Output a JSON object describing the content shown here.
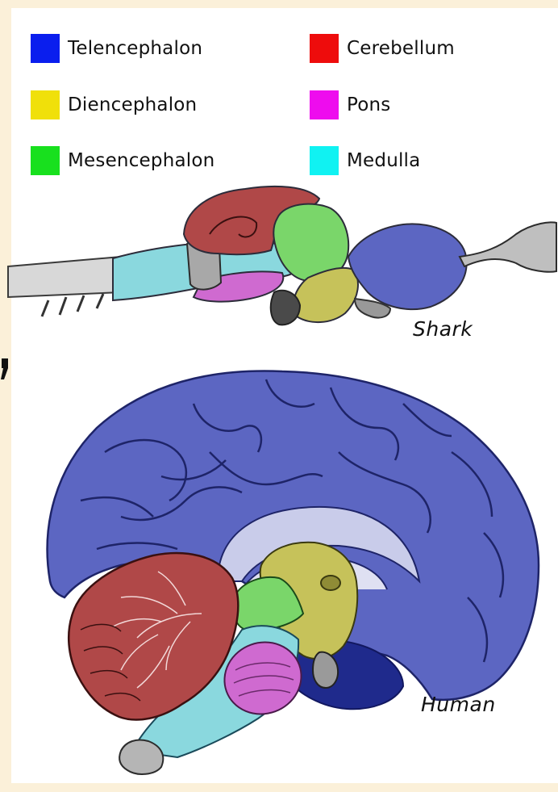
{
  "legend": [
    {
      "label": "Telencephalon",
      "color": "#0a1eee"
    },
    {
      "label": "Cerebellum",
      "color": "#ee0c0c"
    },
    {
      "label": "Diencephalon",
      "color": "#f0e00a"
    },
    {
      "label": "Pons",
      "color": "#ee0cee"
    },
    {
      "label": "Mesencephalon",
      "color": "#18e01e"
    },
    {
      "label": "Medulla",
      "color": "#10f2f2"
    }
  ],
  "labels": {
    "shark": "Shark",
    "human": "Human"
  },
  "region_colors": {
    "telencephalon": "#5c66c2",
    "cerebellum": "#b04848",
    "diencephalon": "#c6c25a",
    "mesencephalon": "#7ad66a",
    "pons": "#cf6ad0",
    "medulla": "#8ad8de",
    "outline": "#2c2c3a"
  }
}
